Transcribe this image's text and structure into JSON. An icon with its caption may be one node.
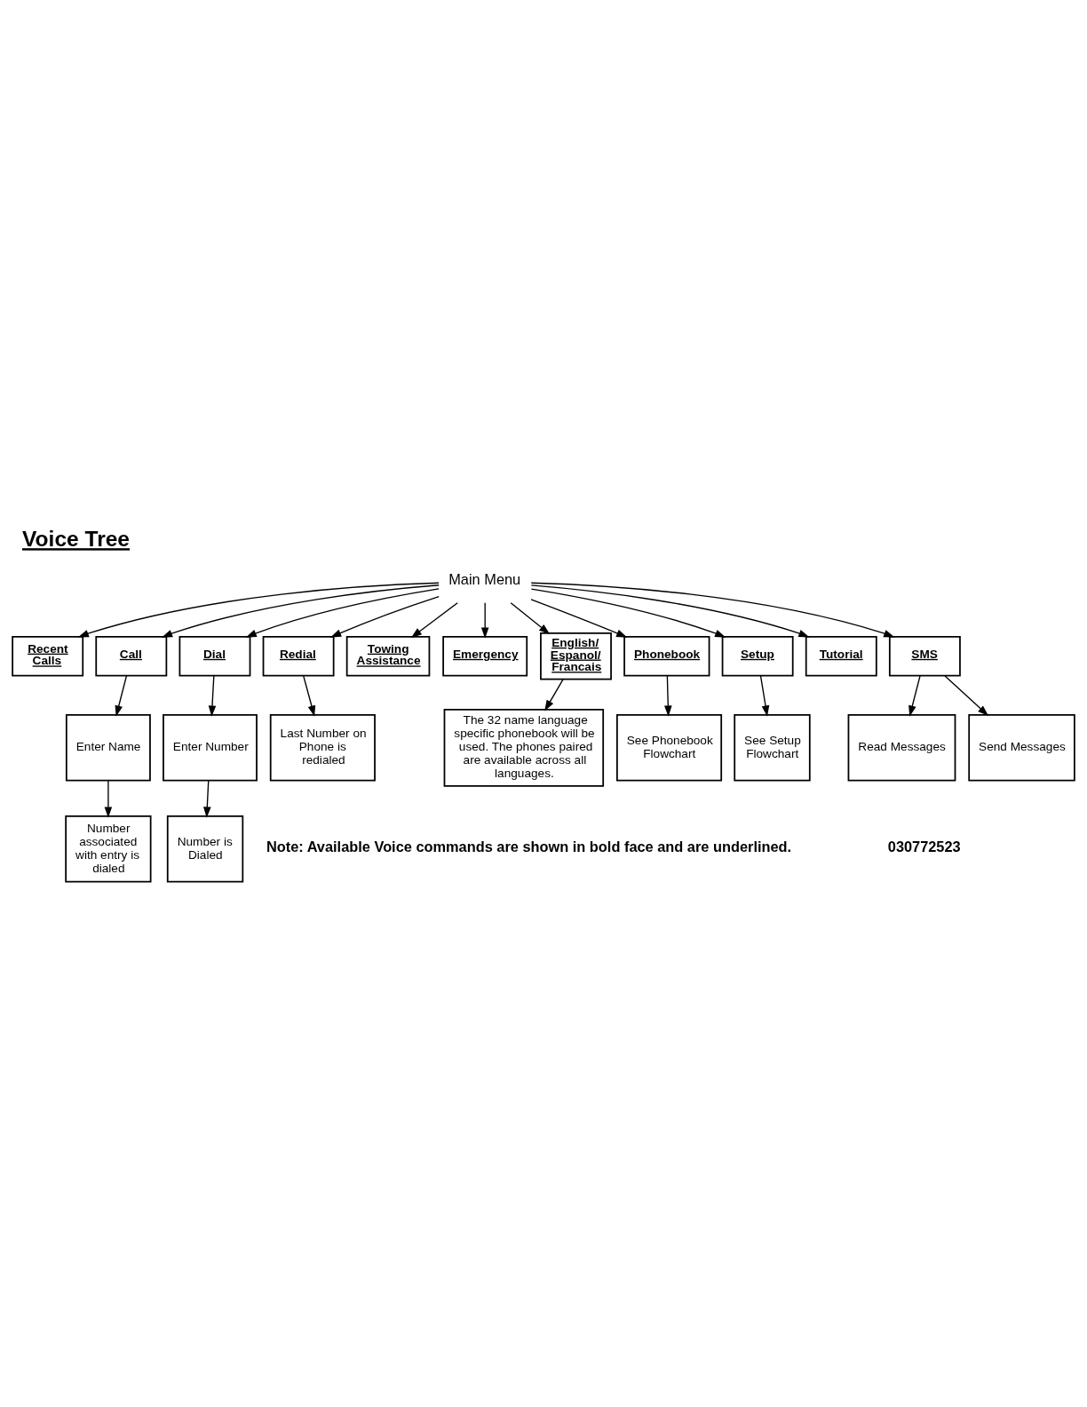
{
  "diagram": {
    "title": "Voice Tree",
    "nodes": [
      {
        "text": [
          "Main Menu"
        ]
      },
      {
        "text": [
          "Recent Calls"
        ]
      },
      {
        "text": [
          "Call"
        ]
      },
      {
        "text": [
          "Dial"
        ]
      },
      {
        "text": [
          "Redial"
        ]
      },
      {
        "text": [
          "Towing Assistance"
        ]
      },
      {
        "text": [
          "Emergency"
        ]
      },
      {
        "text": [
          "English/ Espanol/ Francais"
        ]
      },
      {
        "text": [
          "Phonebook"
        ]
      },
      {
        "text": [
          "Setup"
        ]
      },
      {
        "text": [
          "Tutorial"
        ]
      },
      {
        "text": [
          "SMS"
        ]
      },
      {
        "text": [
          "Enter Name"
        ]
      },
      {
        "text": [
          "Enter Number"
        ]
      },
      {
        "text": [
          "Last Number on Phone is redialed"
        ]
      },
      {
        "text": [
          "See Phonebook Flowchart"
        ]
      },
      {
        "text": [
          "See Setup Flowchart"
        ]
      },
      {
        "text": [
          "Read Messages"
        ]
      },
      {
        "text": [
          "Send Messages"
        ]
      },
      {
        "text": [
          "Number associated with entry is dialed"
        ]
      },
      {
        "text": [
          "Number is Dialed"
        ]
      },
      {
        "text": [
          "The 32 name language specific phonebook will be used. The phones paired are available across all languages."
        ]
      }
    ],
    "edges": [
      {
        "from": 0,
        "to": 1,
        "arrow": "to"
      },
      {
        "from": 0,
        "to": 2,
        "arrow": "to"
      },
      {
        "from": 0,
        "to": 3,
        "arrow": "to"
      },
      {
        "from": 0,
        "to": 4,
        "arrow": "to"
      },
      {
        "from": 0,
        "to": 5,
        "arrow": "to"
      },
      {
        "from": 0,
        "to": 6,
        "arrow": "to"
      },
      {
        "from": 0,
        "to": 7,
        "arrow": "to"
      },
      {
        "from": 0,
        "to": 8,
        "arrow": "to"
      },
      {
        "from": 0,
        "to": 9,
        "arrow": "to"
      },
      {
        "from": 0,
        "to": 10,
        "arrow": "to"
      },
      {
        "from": 0,
        "to": 11,
        "arrow": "to"
      },
      {
        "from": 2,
        "to": 12,
        "arrow": "to"
      },
      {
        "from": 3,
        "to": 13,
        "arrow": "to"
      },
      {
        "from": 4,
        "to": 14,
        "arrow": "to"
      },
      {
        "from": 8,
        "to": 15,
        "arrow": "to"
      },
      {
        "from": 9,
        "to": 16,
        "arrow": "to"
      },
      {
        "from": 11,
        "to": 17,
        "arrow": "to"
      },
      {
        "from": 11,
        "to": 18,
        "arrow": "to"
      },
      {
        "from": 12,
        "to": 19,
        "arrow": "to"
      },
      {
        "from": 13,
        "to": 20,
        "arrow": "to"
      },
      {
        "from": 7,
        "to": 21,
        "arrow": "to"
      }
    ],
    "labels": [
      "Note: Available Voice commands are shown in bold face and are underlined.",
      "030772523"
    ]
  }
}
